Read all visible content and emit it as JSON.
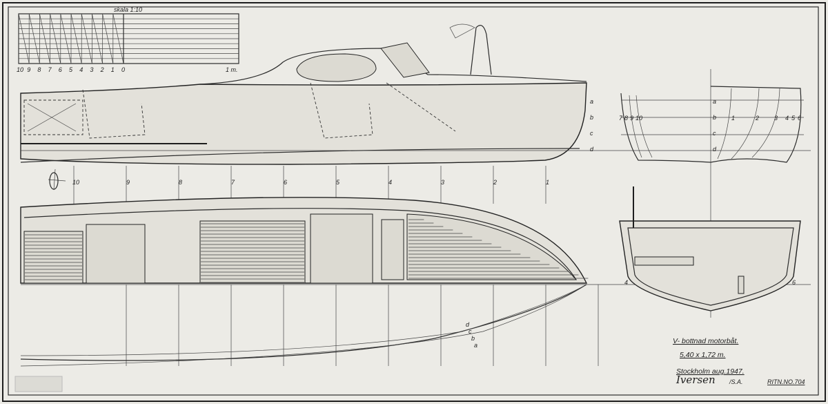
{
  "scale": {
    "title": "skala 1:10",
    "ticks": [
      "10",
      "9",
      "8",
      "7",
      "6",
      "5",
      "4",
      "3",
      "2",
      "1",
      "0"
    ],
    "unit": "1 m."
  },
  "stations": [
    "10",
    "9",
    "8",
    "7",
    "6",
    "5",
    "4",
    "3",
    "2",
    "1"
  ],
  "waterlines": [
    "a",
    "b",
    "c",
    "d"
  ],
  "body_plan": {
    "stations_aft": [
      "7",
      "8",
      "9",
      "10"
    ],
    "stations_fwd": [
      "1",
      "2",
      "3",
      "4",
      "5",
      "6"
    ],
    "section_labels": [
      "4",
      "6"
    ]
  },
  "title_block": {
    "title": "V- bottnad motorbåt.",
    "dimensions": "5,40 x 1,72 m.",
    "place_date": "Stockholm aug.1947.",
    "signature": "Iversen",
    "initials": "/S.A.",
    "drawing_no": "RITN.NO.704"
  }
}
